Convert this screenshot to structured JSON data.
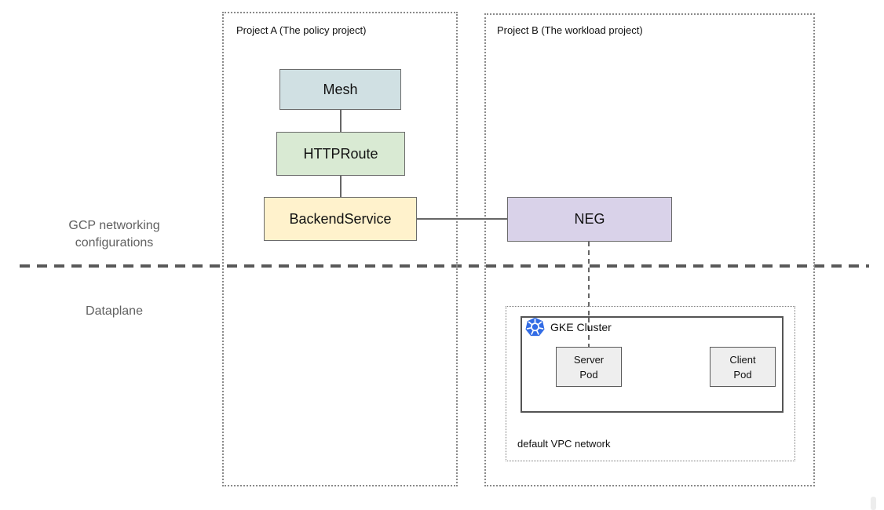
{
  "regions": {
    "project_a": {
      "label": "Project A (The policy project)"
    },
    "project_b": {
      "label": "Project B (The workload project)"
    },
    "gke_cluster": {
      "label": "GKE Cluster"
    },
    "vpc": {
      "label": "default VPC network"
    }
  },
  "nodes": {
    "mesh": {
      "label": "Mesh",
      "fill": "#d0e0e3"
    },
    "httproute": {
      "label": "HTTPRoute",
      "fill": "#d9ead3"
    },
    "backend_service": {
      "label": "BackendService",
      "fill": "#fff2cc"
    },
    "neg": {
      "label": "NEG",
      "fill": "#d9d2e9"
    },
    "server_pod": {
      "label": "Server Pod",
      "fill": "#eeeeee"
    },
    "client_pod": {
      "label": "Client Pod",
      "fill": "#eeeeee"
    }
  },
  "lane_labels": {
    "top": "GCP networking configurations",
    "bottom": "Dataplane"
  },
  "icons": {
    "kubernetes": {
      "name": "kubernetes-logo",
      "color": "#326ce5"
    }
  },
  "colors": {
    "connector": "#666666",
    "separator": "#595959",
    "dotted_border": "#8a8a8a",
    "node_border": "#6b6b6b",
    "lane_label_text": "#616161",
    "background": "#ffffff"
  }
}
